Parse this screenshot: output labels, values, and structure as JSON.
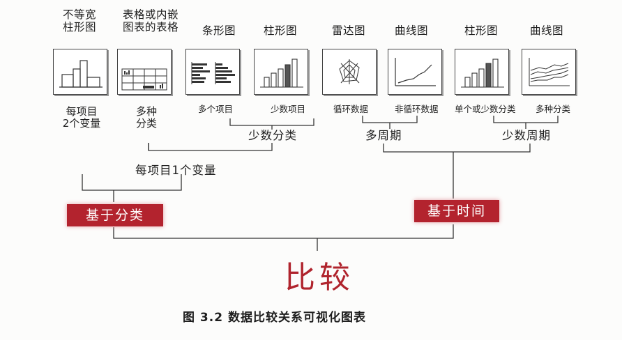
{
  "headers": {
    "variable_width": [
      "不等宽",
      "柱形图"
    ],
    "table_embedded": [
      "表格或内嵌",
      "图表的表格"
    ],
    "bar": "条形图",
    "column": "柱形图",
    "radar": "雷达图",
    "curve": "曲线图",
    "column_time": "柱形图",
    "curve_time": "曲线图"
  },
  "sublabels": {
    "two_vars": [
      "每项目",
      "2个变量"
    ],
    "many_cats": [
      "多种",
      "分类"
    ],
    "many_items": "多个项目",
    "few_items": "少数项目",
    "cyclic": "循环数据",
    "non_cyclic": "非循环数据",
    "single_few_cats": "单个或少数分类",
    "many_cats_time": "多种分类"
  },
  "groups": {
    "few_categories": "少数分类",
    "one_var": "每项目1个变量",
    "many_periods": "多周期",
    "few_periods": "少数周期"
  },
  "badges": {
    "by_category": "基于分类",
    "by_time": "基于时间"
  },
  "title": "比较",
  "caption": "图 3.2   数据比较关系可视化图表",
  "colors": {
    "accent": "#b3232e",
    "title": "#b0242d",
    "line": "#333333"
  }
}
